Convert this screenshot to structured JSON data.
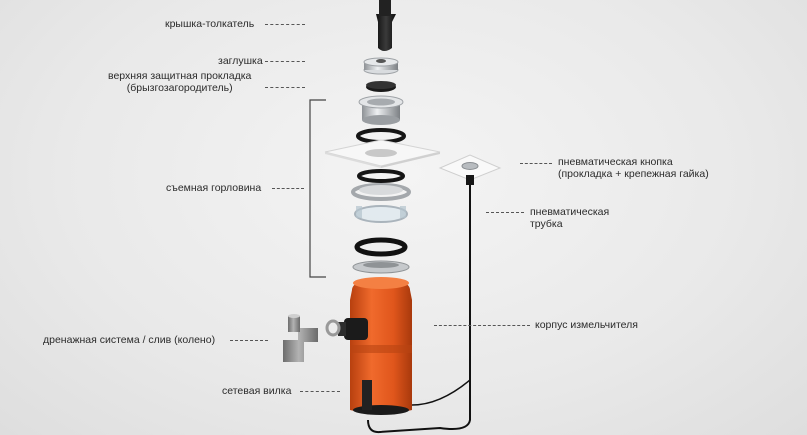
{
  "labels": {
    "cover_pusher": "крышка-толкатель",
    "plug": "заглушка",
    "splash_guard_line1": "верхняя защитная прокладка",
    "splash_guard_line2": "(брызгозагородитель)",
    "removable_neck": "съемная горловина",
    "drain_system": "дренажная система / слив (колено)",
    "power_plug": "сетевая вилка",
    "air_button_line1": "пневматическая кнопка",
    "air_button_line2": "(прокладка + крепежная гайка)",
    "air_tube_line1": "пневматическая",
    "air_tube_line2": "трубка",
    "grinder_body": "корпус измельчителя"
  },
  "colors": {
    "body_orange": "#e2571f",
    "rubber_black": "#1c1c1c",
    "steel": "#c9ccd0",
    "pipe_gray": "#8d8d8d"
  }
}
